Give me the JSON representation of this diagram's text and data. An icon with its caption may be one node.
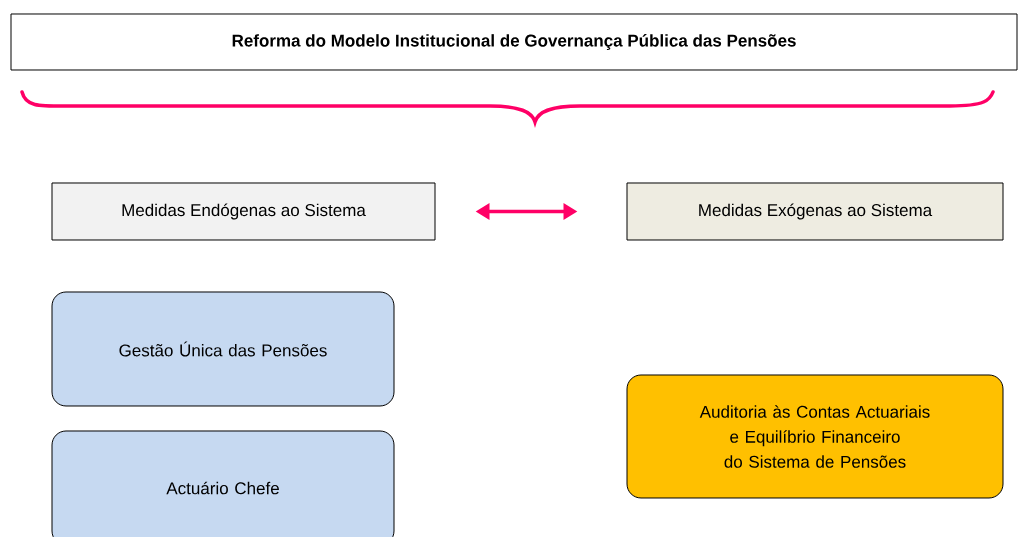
{
  "diagram": {
    "nodes": [
      {
        "text": [
          "Reforma do Modelo Institucional de Governança Pública das Pensões"
        ]
      },
      {
        "text": [
          "Medidas Endógenas ao Sistema"
        ]
      },
      {
        "text": [
          "Medidas Exógenas ao Sistema"
        ]
      },
      {
        "text": [
          "Gestão Única das Pensões"
        ]
      },
      {
        "text": [
          "Actuário Chefe"
        ]
      },
      {
        "text": [
          "Auditoria às Contas Actuariais e Equilíbrio Financeiro do Sistema de Pensões"
        ]
      }
    ],
    "edges": [
      {
        "from": 1,
        "to": 2,
        "arrow": "both",
        "color": "#ff0066"
      }
    ]
  }
}
